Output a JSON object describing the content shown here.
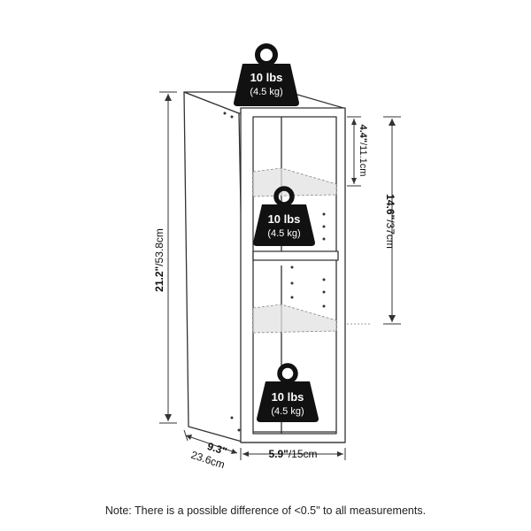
{
  "weights": {
    "top": {
      "lbs": "10 lbs",
      "kg": "(4.5 kg)"
    },
    "middle": {
      "lbs": "10 lbs",
      "kg": "(4.5 kg)"
    },
    "bottom": {
      "lbs": "10 lbs",
      "kg": "(4.5 kg)"
    }
  },
  "dimensions": {
    "height_in": "21.2\"",
    "height_cm": "/53.8cm",
    "cubby_in": "14.6\"",
    "cubby_cm": "/37cm",
    "gap_in": "4.4\"",
    "gap_cm": "/11.1cm",
    "depth_in": "9.3\"",
    "depth_cm": "23.6cm",
    "width_in": "5.9\"",
    "width_cm": "/15cm"
  },
  "note": "Note: There is a possible difference of <0.5\" to all measurements.",
  "colors": {
    "ink": "#111111",
    "line": "#333333",
    "shelf_fill": "#e2e2e2"
  }
}
